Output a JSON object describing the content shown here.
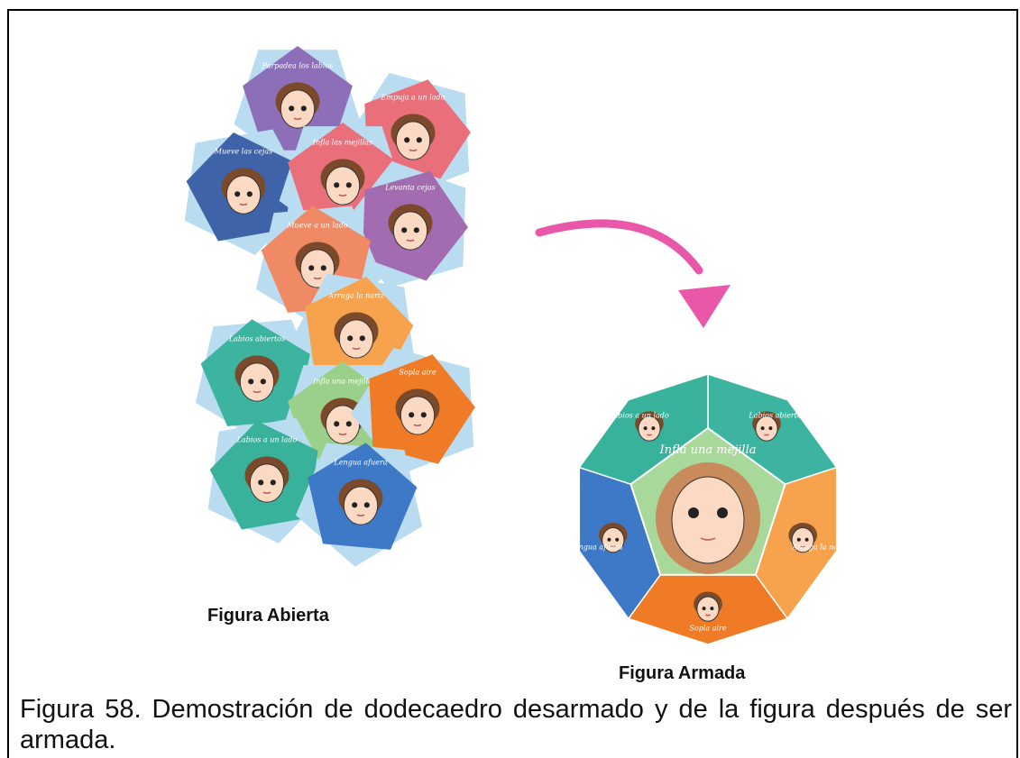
{
  "figure": {
    "label_open": "Figura Abierta",
    "label_assembled": "Figura Armada",
    "caption": "Figura 58. Demostración de dodecaedro desarmado y de la figura después de ser armada."
  },
  "open_faces": [
    {
      "label": "Parpadea los labios",
      "color": "#8c6fb8"
    },
    {
      "label": "Empuja a un lado",
      "color": "#e9707a"
    },
    {
      "label": "Mueve las cejas",
      "color": "#3f63a8"
    },
    {
      "label": "Infla las mejillas",
      "color": "#e9707a"
    },
    {
      "label": "Levanta cejas",
      "color": "#a36cb1"
    },
    {
      "label": "Mueve a un lado",
      "color": "#f08a64"
    },
    {
      "label": "Arruga la nariz",
      "color": "#f7a24d"
    },
    {
      "label": "Labios abiertos",
      "color": "#3db4a0"
    },
    {
      "label": "Infla una mejilla",
      "color": "#9bd08a"
    },
    {
      "label": "Sopla aire",
      "color": "#f07b27"
    },
    {
      "label": "Labios a un lado",
      "color": "#38b29a"
    },
    {
      "label": "Lengua afuera",
      "color": "#3d79c6"
    }
  ],
  "assembled_faces": [
    {
      "label": "Infla una mejilla",
      "color": "#a8d89a"
    },
    {
      "label": "Labios abiertos",
      "color": "#3db4a0"
    },
    {
      "label": "Arruga la nariz",
      "color": "#f7a24d"
    },
    {
      "label": "Sopla aire",
      "color": "#f07b27"
    },
    {
      "label": "Lengua afuera",
      "color": "#3d79c6"
    },
    {
      "label": "Labios a un lado",
      "color": "#38b29a"
    }
  ],
  "colors": {
    "arrow": "#e958a8",
    "tab": "#b9dcf1",
    "skin": "#fbd9c3",
    "outline": "#333333"
  }
}
